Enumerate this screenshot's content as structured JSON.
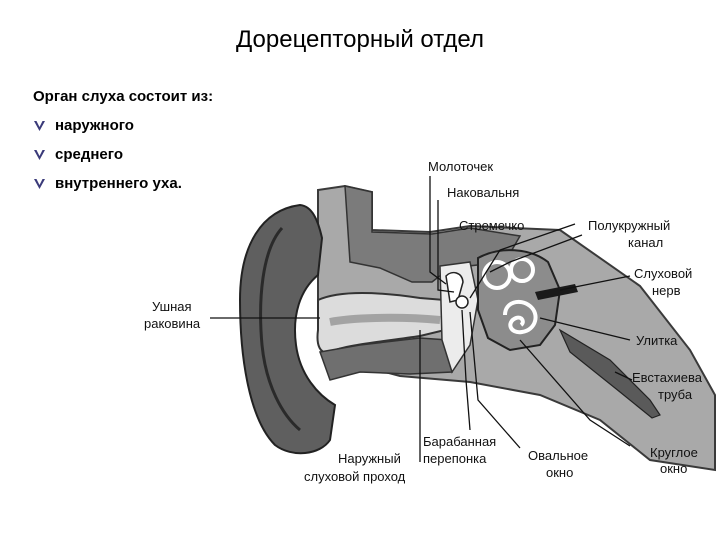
{
  "title": "Дорецепторный отдел",
  "intro": {
    "heading": "Орган слуха состоит из:",
    "items": [
      "наружного",
      "среднего",
      "внутреннего уха."
    ]
  },
  "labels": {
    "malleus": "Молоточек",
    "incus": "Наковальня",
    "stapes": "Стремечко",
    "semicircular_1": "Полукружный",
    "semicircular_2": "канал",
    "auditory_nerve_1": "Слуховой",
    "auditory_nerve_2": "нерв",
    "pinna_1": "Ушная",
    "pinna_2": "раковина",
    "cochlea": "Улитка",
    "eustachian_1": "Евстахиева",
    "eustachian_2": "труба",
    "eardrum_1": "Барабанная",
    "eardrum_2": "перепонка",
    "ear_canal_1": "Наружный",
    "ear_canal_2": "слуховой проход",
    "oval_window_1": "Овальное",
    "oval_window_2": "окно",
    "round_window_1": "Круглое",
    "round_window_2": "окно"
  },
  "colors": {
    "bullet": "#3b3b7a"
  }
}
